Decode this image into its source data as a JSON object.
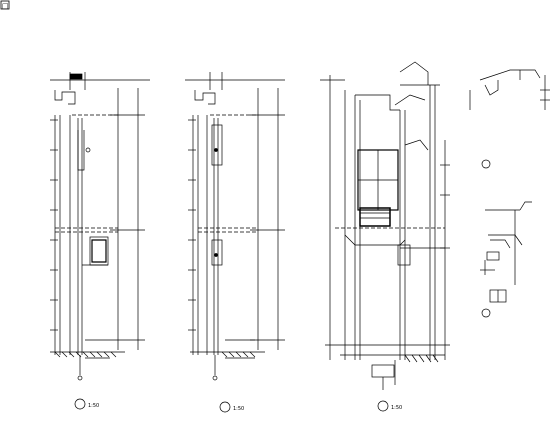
{
  "drawing": {
    "window_marker": "□",
    "colors": {
      "line": "#000000",
      "background": "#ffffff"
    },
    "sections": [
      {
        "id": "1",
        "scale_label": "1:50"
      },
      {
        "id": "2",
        "scale_label": "1:50"
      },
      {
        "id": "3",
        "scale_label": "1:50"
      }
    ],
    "details": [
      {
        "id": "A"
      },
      {
        "id": "B"
      }
    ]
  }
}
